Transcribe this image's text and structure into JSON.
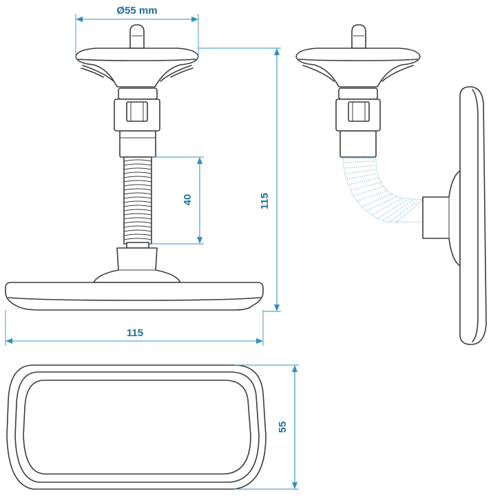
{
  "dimensions": {
    "cup_diameter": "Ø55 mm",
    "total_height": "115",
    "stem_length": "40",
    "mirror_width": "115",
    "mirror_height": "55"
  },
  "colors": {
    "outline": "#3a3a3a",
    "dimension": "#2f8fbf",
    "dimension_text": "#1f6f99",
    "background": "#ffffff"
  }
}
